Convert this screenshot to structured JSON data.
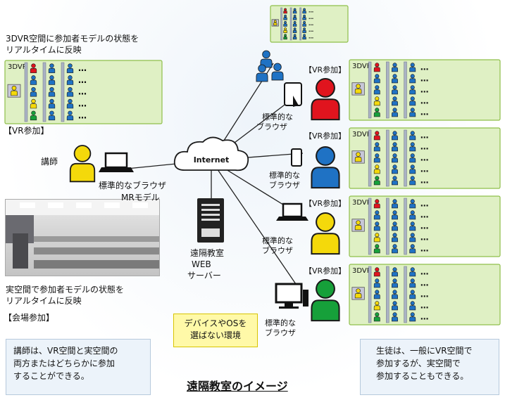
{
  "left_caption_top": [
    "3DVR空間に参加者モデルの状態を",
    "リアルタイムに反映"
  ],
  "vr_label": "【VR参加】",
  "dvr_label": "3DVR",
  "instructor": "講師",
  "browser_mr": [
    "標準的なブラウザ",
    "MRモデル"
  ],
  "left_caption_bottom": [
    "実空間で参加者モデルの状態を",
    "リアルタイムに反映"
  ],
  "venue_label": "【会場参加】",
  "internet": "Internet",
  "server": [
    "遠隔教室",
    "WEB",
    "サーバー"
  ],
  "browser_two": [
    "標準的な",
    "ブラウザ"
  ],
  "device_box": [
    "デバイスやOSを",
    "選ばない環境"
  ],
  "note_left": [
    "講師は、VR空間と実空間の",
    "両方またはどちらかに参加",
    "することができる。"
  ],
  "note_right": [
    "生徒は、一般にVR空間で",
    "参加するが、実空間で",
    "参加することもできる。"
  ],
  "title": "遠隔教室のイメージ",
  "ellipsis": "…",
  "colors": {
    "green_panel": "#dff0c4",
    "panel_border": "#8fbf4a",
    "blue": "#1f72c4",
    "red": "#e0141e",
    "yellow": "#f4d90b",
    "green": "#16a03a",
    "note_bg": "#ecf3fa"
  }
}
